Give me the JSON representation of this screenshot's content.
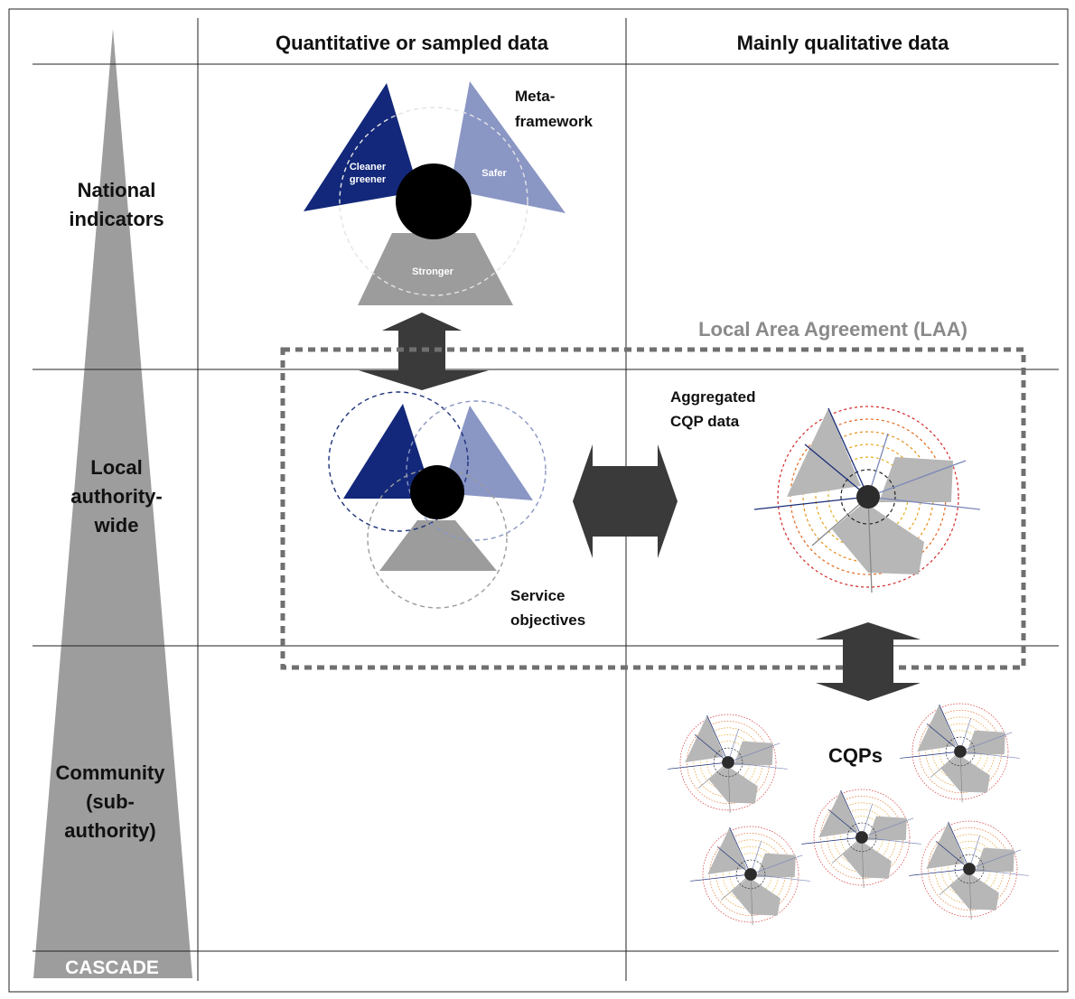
{
  "columns": {
    "quantitative": "Quantitative or sampled data",
    "qualitative": "Mainly qualitative data"
  },
  "rows": {
    "national": [
      "National",
      "indicators"
    ],
    "local": [
      "Local",
      "authority-",
      "wide"
    ],
    "community": [
      "Community",
      "(sub-",
      "authority)"
    ]
  },
  "cascade_label": "CASCADE",
  "meta_framework": {
    "label": [
      "Meta-",
      "framework"
    ],
    "segments": {
      "cleaner": [
        "Cleaner",
        "greener"
      ],
      "safer": "Safer",
      "stronger": "Stronger"
    }
  },
  "laa_label": "Local Area Agreement (LAA)",
  "service_objectives": [
    "Service",
    "objectives"
  ],
  "aggregated_cqp": [
    "Aggregated",
    "CQP data"
  ],
  "cqps_label": "CQPs",
  "colors": {
    "dark_blue": "#13287a",
    "light_blue": "#8a96c4",
    "grey": "#9c9c9c",
    "arrow": "#3a3a3a",
    "cascade": "#9d9d9d",
    "laa_border": "#707070"
  }
}
